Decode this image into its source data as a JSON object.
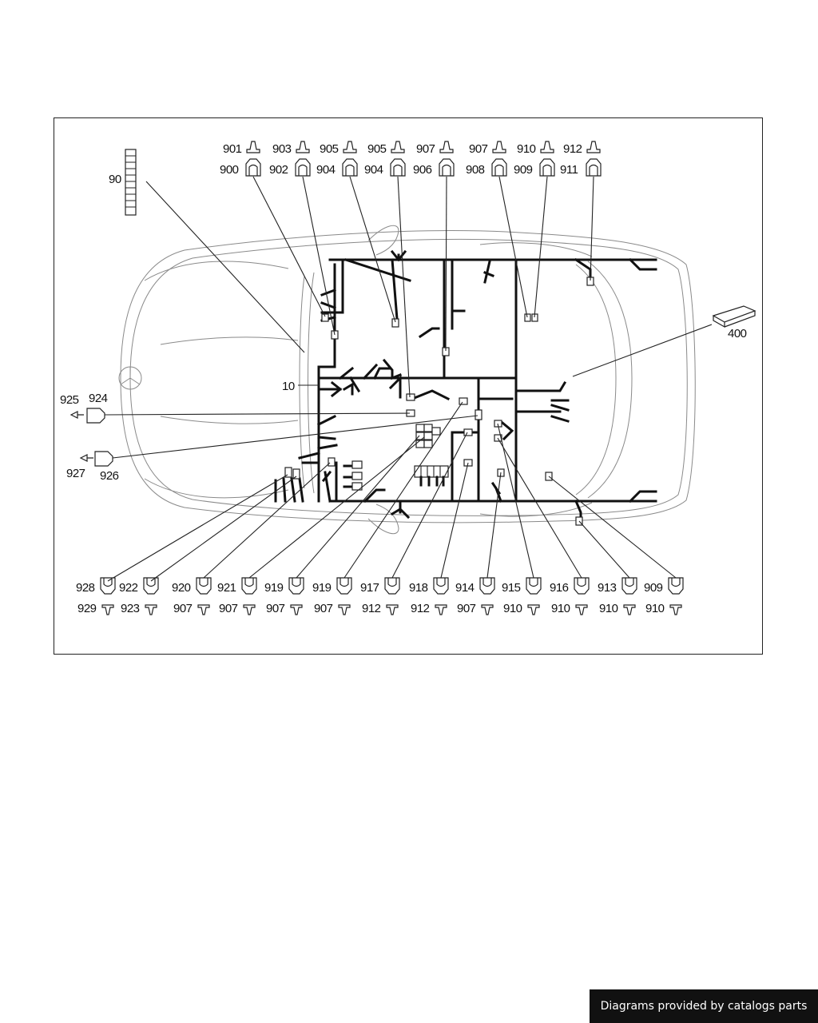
{
  "colors": {
    "ink": "#111111",
    "body_outline": "#8a8a8a",
    "credit_bg": "#111111",
    "credit_text": "#ffffff"
  },
  "credit": "Diagrams provided by catalogs parts",
  "icons": [
    "connector-housing-icon",
    "terminal-pin-icon",
    "relay-module-icon",
    "control-unit-icon"
  ],
  "top_callouts": [
    {
      "pin": "901",
      "housing": "900"
    },
    {
      "pin": "903",
      "housing": "902"
    },
    {
      "pin": "905",
      "housing": "904"
    },
    {
      "pin": "905",
      "housing": "904"
    },
    {
      "pin": "907",
      "housing": "906"
    },
    {
      "pin": "907",
      "housing": "908"
    },
    {
      "pin": "910",
      "housing": "909"
    },
    {
      "pin": "912",
      "housing": "911"
    }
  ],
  "bottom_callouts": [
    {
      "housing": "928",
      "pin": "929"
    },
    {
      "housing": "922",
      "pin": "923"
    },
    {
      "housing": "920",
      "pin": "907"
    },
    {
      "housing": "921",
      "pin": "907"
    },
    {
      "housing": "919",
      "pin": "907"
    },
    {
      "housing": "919",
      "pin": "907"
    },
    {
      "housing": "917",
      "pin": "912"
    },
    {
      "housing": "918",
      "pin": "912"
    },
    {
      "housing": "914",
      "pin": "907"
    },
    {
      "housing": "915",
      "pin": "910"
    },
    {
      "housing": "916",
      "pin": "910"
    },
    {
      "housing": "913",
      "pin": "910"
    },
    {
      "housing": "909",
      "pin": "910"
    }
  ],
  "side_callouts": {
    "left_upper": {
      "pin": "925",
      "housing": "924"
    },
    "left_lower": {
      "pin": "927",
      "housing": "926"
    },
    "harness": "10",
    "relay_block": "90",
    "control_unit": "400"
  }
}
